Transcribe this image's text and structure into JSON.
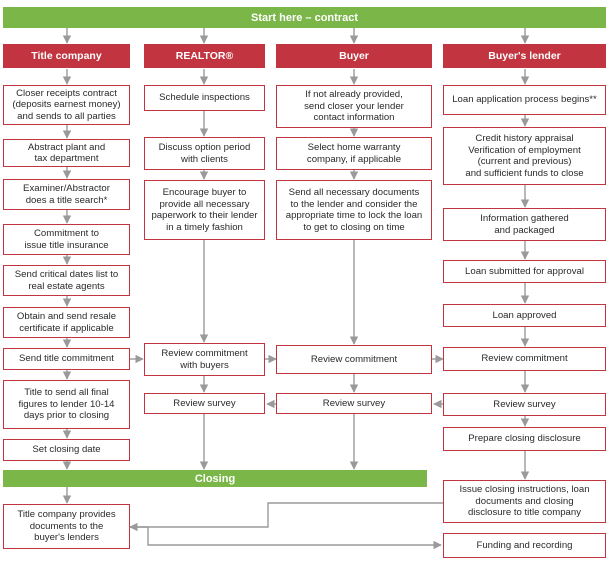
{
  "start_label": "Start here – contract",
  "closing_label": "Closing",
  "columns": {
    "title": {
      "header": "Title company",
      "steps": [
        "Closer receipts contract\n(deposits earnest money)\nand sends to all parties",
        "Abstract plant and\ntax department",
        "Examiner/Abstractor\ndoes a title search*",
        "Commitment to\nissue title insurance",
        "Send critical dates list to\nreal estate agents",
        "Obtain and send resale\ncertificate if applicable",
        "Send title commitment",
        "Title to send all final\nfigures to lender 10-14\ndays prior to closing",
        "Set closing date"
      ],
      "after_closing": "Title company provides\ndocuments to the\nbuyer's lenders"
    },
    "realtor": {
      "header": "REALTOR®",
      "steps": [
        "Schedule inspections",
        "Discuss option period\nwith clients",
        "Encourage buyer to\nprovide all necessary\npaperwork to their lender\nin a timely fashion",
        "Review commitment\nwith buyers",
        "Review survey"
      ]
    },
    "buyer": {
      "header": "Buyer",
      "steps": [
        "If not already provided,\nsend closer your lender\ncontact information",
        "Select home warranty\ncompany, if applicable",
        "Send all necessary documents\nto the lender and consider the\nappropriate time to lock the loan\nto get to closing on time",
        "Review commitment",
        "Review survey"
      ]
    },
    "lender": {
      "header": "Buyer's lender",
      "steps": [
        "Loan application process begins**",
        "Credit history appraisal\nVerification of employment\n(current and previous)\nand sufficient funds to close",
        "Information gathered\nand packaged",
        "Loan submitted for approval",
        "Loan approved",
        "Review commitment",
        "Review survey",
        "Prepare closing disclosure"
      ],
      "after_closing": [
        "Issue closing instructions, loan\ndocuments and closing\ndisclosure to title company",
        "Funding and recording"
      ]
    }
  },
  "colors": {
    "accent_red": "#c2343f",
    "accent_green": "#7ab648",
    "connector": "#9a9a9a"
  }
}
